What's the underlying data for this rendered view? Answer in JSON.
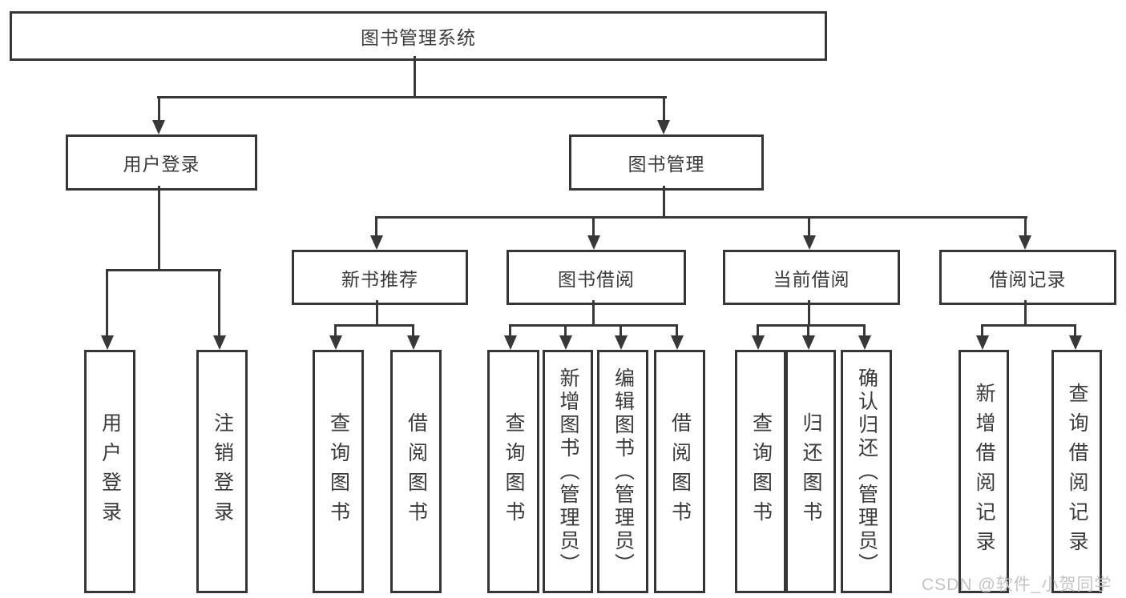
{
  "diagram": {
    "root": {
      "label": "图书管理系统"
    },
    "branches": [
      {
        "label": "用户登录",
        "children": [
          "用户登录",
          "注销登录"
        ]
      },
      {
        "label": "图书管理",
        "children": [
          {
            "label": "新书推荐",
            "children": [
              "查询图书",
              "借阅图书"
            ]
          },
          {
            "label": "图书借阅",
            "children": [
              "查询图书",
              "新增图书（管理员）",
              "编辑图书（管理员）",
              "借阅图书"
            ]
          },
          {
            "label": "当前借阅",
            "children": [
              "查询图书",
              "归还图书",
              "确认归还（管理员）"
            ]
          },
          {
            "label": "借阅记录",
            "children": [
              "新增借阅记录",
              "查询借阅记录"
            ]
          }
        ]
      }
    ]
  },
  "colors": {
    "line": "#383838",
    "border": "#363636",
    "text": "#3a3a3a",
    "watermark": "#c4c4c4"
  },
  "watermark": {
    "text": "CSDN @软件_小贺同学"
  }
}
